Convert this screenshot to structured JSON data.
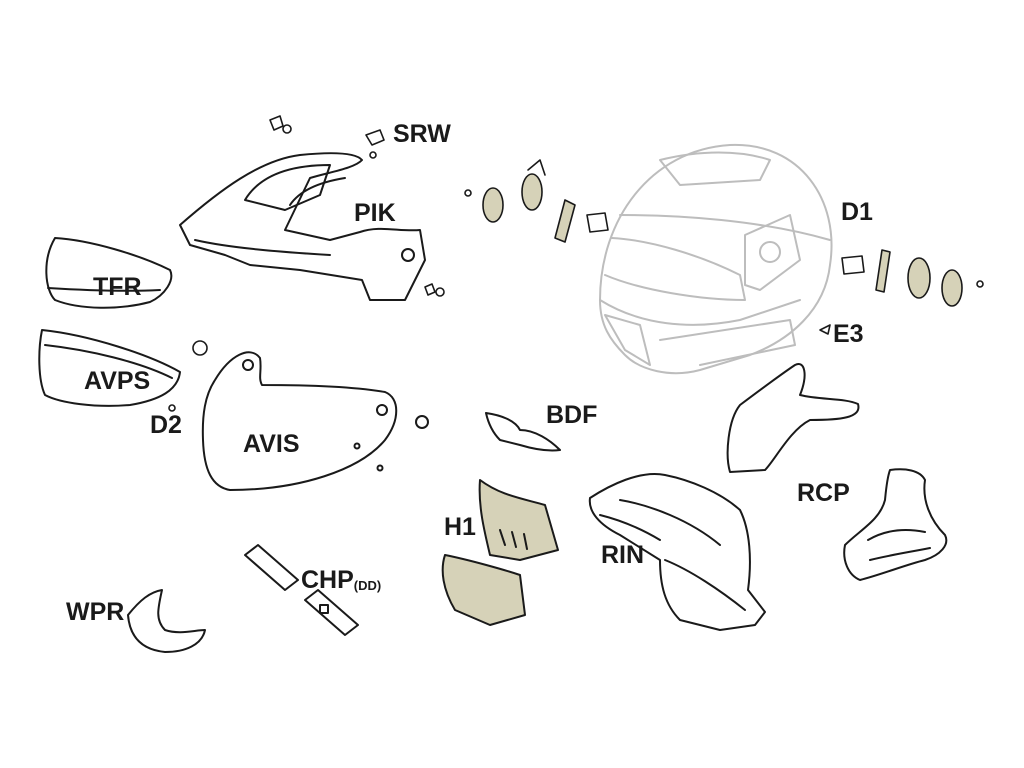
{
  "colors": {
    "line": "#1a1a1a",
    "part_fill": "#ffffff",
    "highlight_fill": "#d6d2b8",
    "helmet_line": "#bdbdbd"
  },
  "labels": {
    "srw": "SRW",
    "pik": "PIK",
    "d1": "D1",
    "tfr": "TFR",
    "avps": "AVPS",
    "e3": "E3",
    "d2": "D2",
    "avis": "AVIS",
    "bdf": "BDF",
    "rcp": "RCP",
    "h1": "H1",
    "rin": "RIN",
    "chp": "CHP",
    "chp_suffix": "(DD)",
    "wpr": "WPR"
  }
}
